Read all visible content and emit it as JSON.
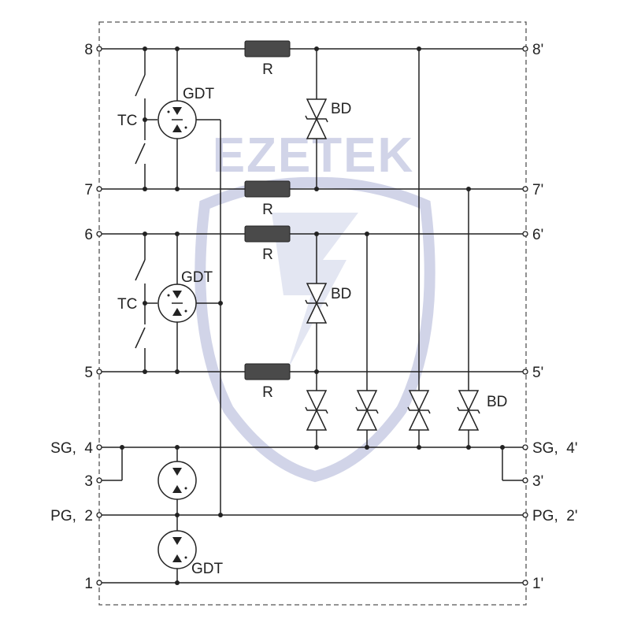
{
  "terminals": {
    "left": {
      "t8": "8",
      "t7": "7",
      "t6": "6",
      "t5": "5",
      "t4": "SG,  4",
      "t3": "3",
      "t2": "PG,  2",
      "t1": "1"
    },
    "right": {
      "t8": "8'",
      "t7": "7'",
      "t6": "6'",
      "t5": "5'",
      "t4": "SG,  4'",
      "t3": "3'",
      "t2": "PG,  2'",
      "t1": "1'"
    }
  },
  "components": {
    "resistor": "R",
    "gdt": "GDT",
    "tc": "TC",
    "bd": "BD"
  },
  "watermark": {
    "brand": "EZETEK"
  },
  "colors": {
    "line": "#222222",
    "resistor_fill": "#4a4a4a",
    "enclosure": "#555555",
    "watermark": "#c9cde4"
  }
}
